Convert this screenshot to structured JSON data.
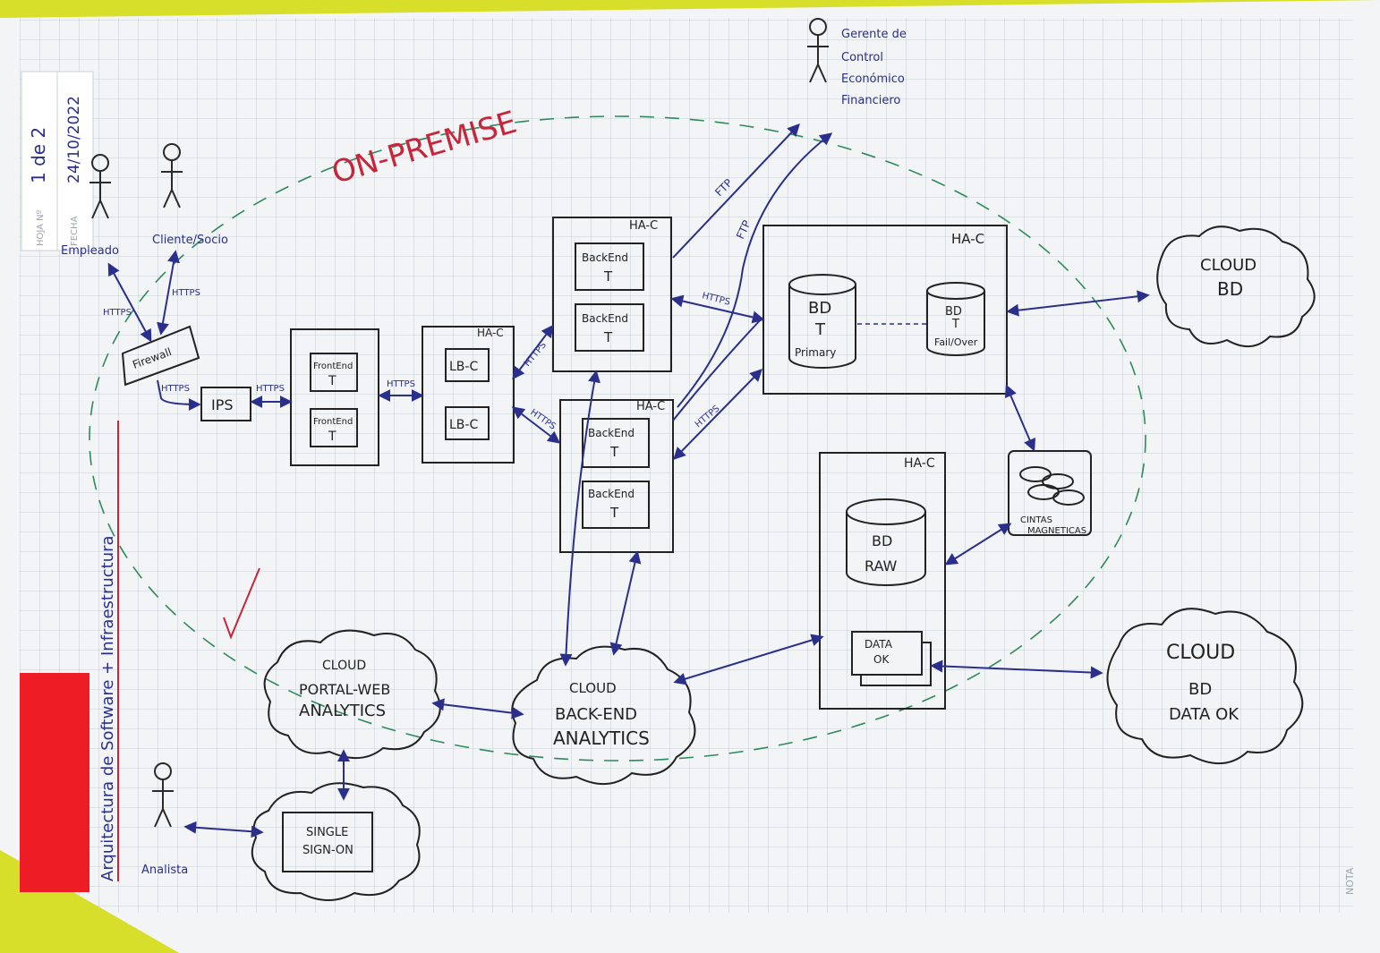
{
  "header": {
    "hoja_label": "HOJA Nº",
    "hoja_value": "1 de 2",
    "fecha_label": "FECHA",
    "fecha_value": "24/10/2022",
    "nota_label": "NOTA"
  },
  "title": "Arquitectura de Software + Infraestructura",
  "zone_label": "ON-PREMISE",
  "actors": {
    "empleado": "Empleado",
    "cliente": "Cliente/Socio",
    "analista": "Analista",
    "gerente": [
      "Gerente de",
      "Control",
      "Económico",
      "Financiero"
    ]
  },
  "nodes": {
    "firewall": "Firewall",
    "ips": "IPS",
    "frontend": "FrontEnd",
    "t": "T",
    "lbc": "LB-C",
    "hac": "HA-C",
    "backend": "BackEnd",
    "bd": "BD",
    "primary": "Primary",
    "failover": "Fail/Over",
    "raw": "RAW",
    "data_ok": [
      "DATA",
      "OK"
    ],
    "cintas": [
      "CINTAS",
      "MAGNETICAS"
    ],
    "cloud_bd": [
      "CLOUD",
      "BD"
    ],
    "cloud_bd_data_ok": [
      "CLOUD",
      "BD",
      "DATA OK"
    ],
    "cloud_backend": [
      "CLOUD",
      "BACK-END",
      "ANALYTICS"
    ],
    "cloud_portal": [
      "CLOUD",
      "PORTAL-WEB",
      "ANALYTICS"
    ],
    "sso": [
      "SINGLE",
      "SIGN-ON"
    ]
  },
  "edges": {
    "https": "HTTPS",
    "ftp": "FTP"
  },
  "colors": {
    "ink": "#222222",
    "blue_ink": "#2b2f8c",
    "green_dash": "#2e8a5c",
    "red_ink": "#c8243a",
    "red_block": "#ee1c25",
    "grid": "#b9c3cc"
  }
}
